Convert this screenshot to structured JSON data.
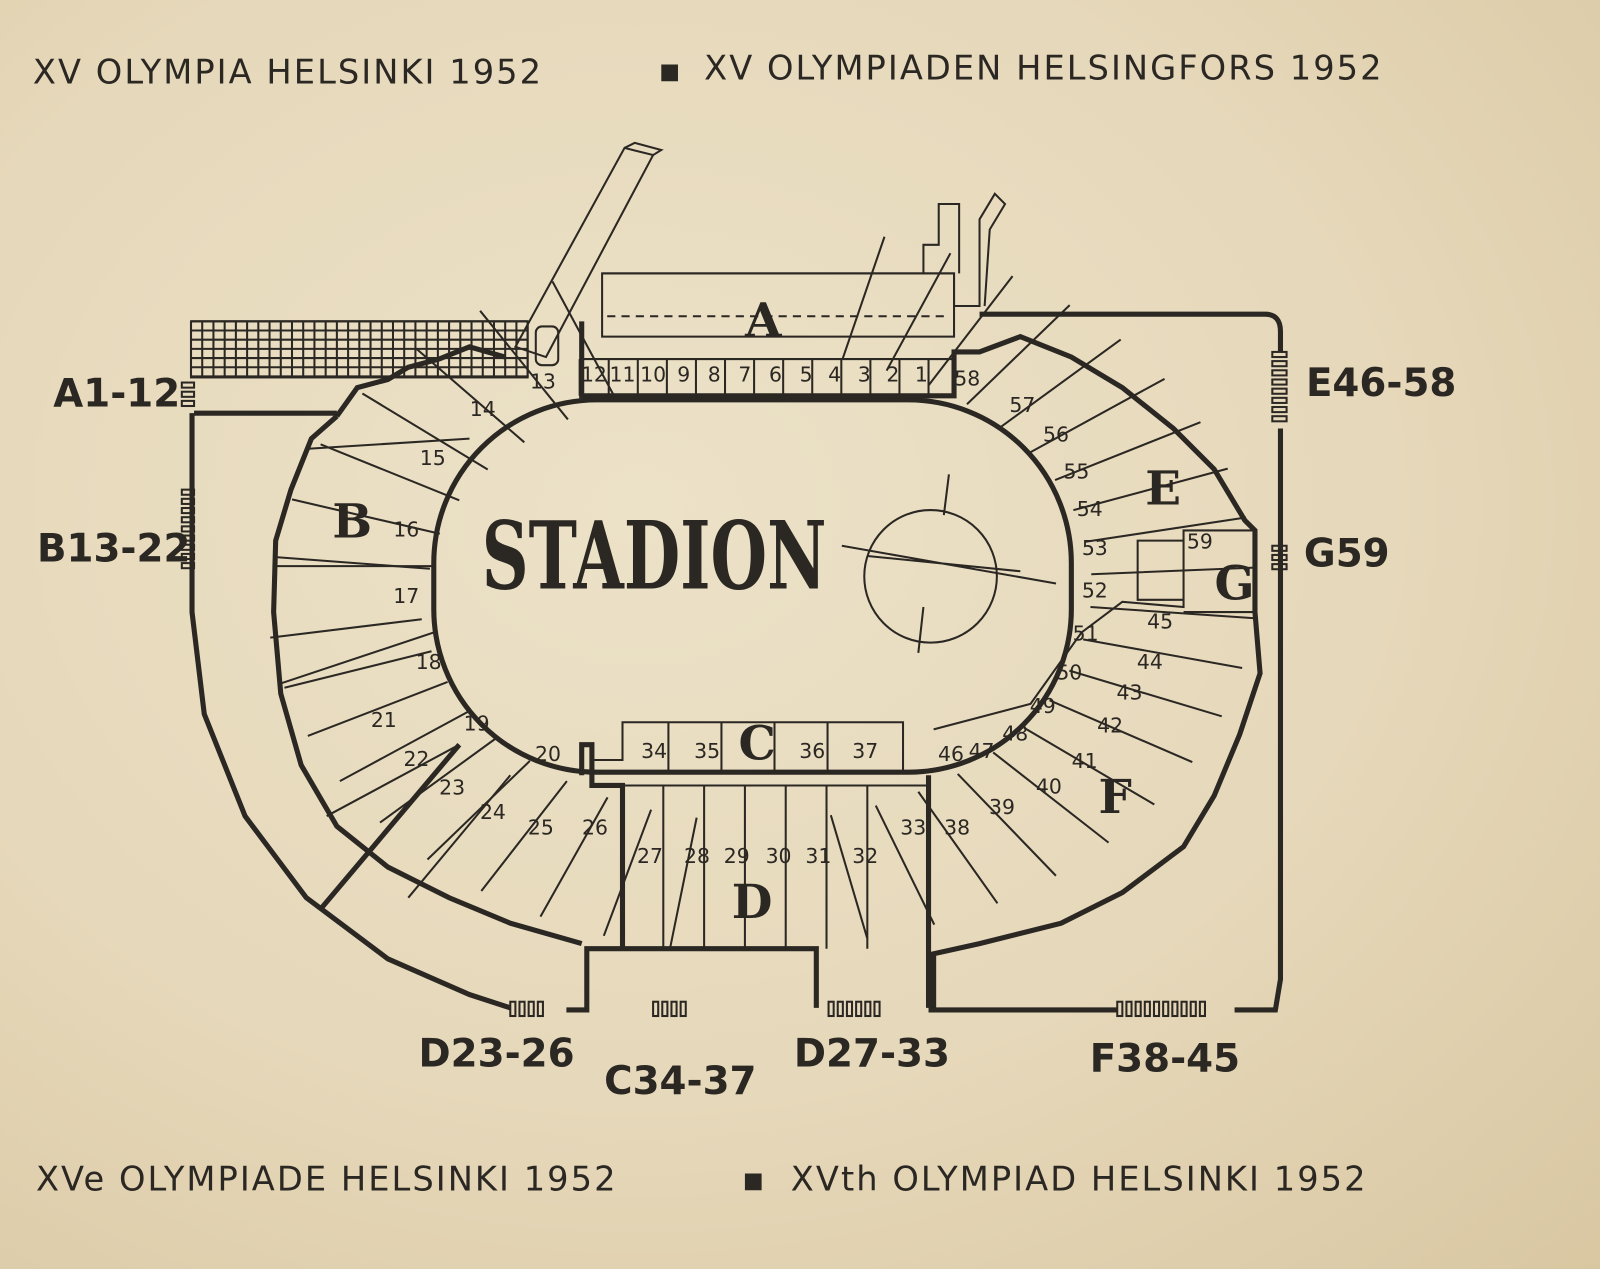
{
  "header": {
    "top_left": "XV OLYMPIA HELSINKI 1952",
    "top_right": "XV OLYMPIADEN HELSINGFORS 1952",
    "bottom_left": "XVe OLYMPIADE HELSINKI 1952",
    "bottom_right": "XVth OLYMPIAD HELSINKI 1952",
    "separator": "▪"
  },
  "stadium_label": "STADION",
  "stand_letters": [
    "A",
    "B",
    "C",
    "D",
    "E",
    "F",
    "G"
  ],
  "sections": [
    "1",
    "2",
    "3",
    "4",
    "5",
    "6",
    "7",
    "8",
    "9",
    "10",
    "11",
    "12",
    "13",
    "14",
    "15",
    "16",
    "17",
    "18",
    "19",
    "20",
    "21",
    "22",
    "23",
    "24",
    "25",
    "26",
    "27",
    "28",
    "29",
    "30",
    "31",
    "32",
    "33",
    "34",
    "35",
    "36",
    "37",
    "38",
    "39",
    "40",
    "41",
    "42",
    "43",
    "44",
    "45",
    "46",
    "47",
    "48",
    "49",
    "50",
    "51",
    "52",
    "53",
    "54",
    "55",
    "56",
    "57",
    "58",
    "59"
  ],
  "entrances": {
    "a": "A1-12",
    "b": "B13-22",
    "e": "E46-58",
    "g": "G59",
    "d1": "D23-26",
    "c": "C34-37",
    "d2": "D27-33",
    "f": "F38-45"
  },
  "colors": {
    "paper": "#e6d8ba",
    "ink": "#2b2723"
  }
}
